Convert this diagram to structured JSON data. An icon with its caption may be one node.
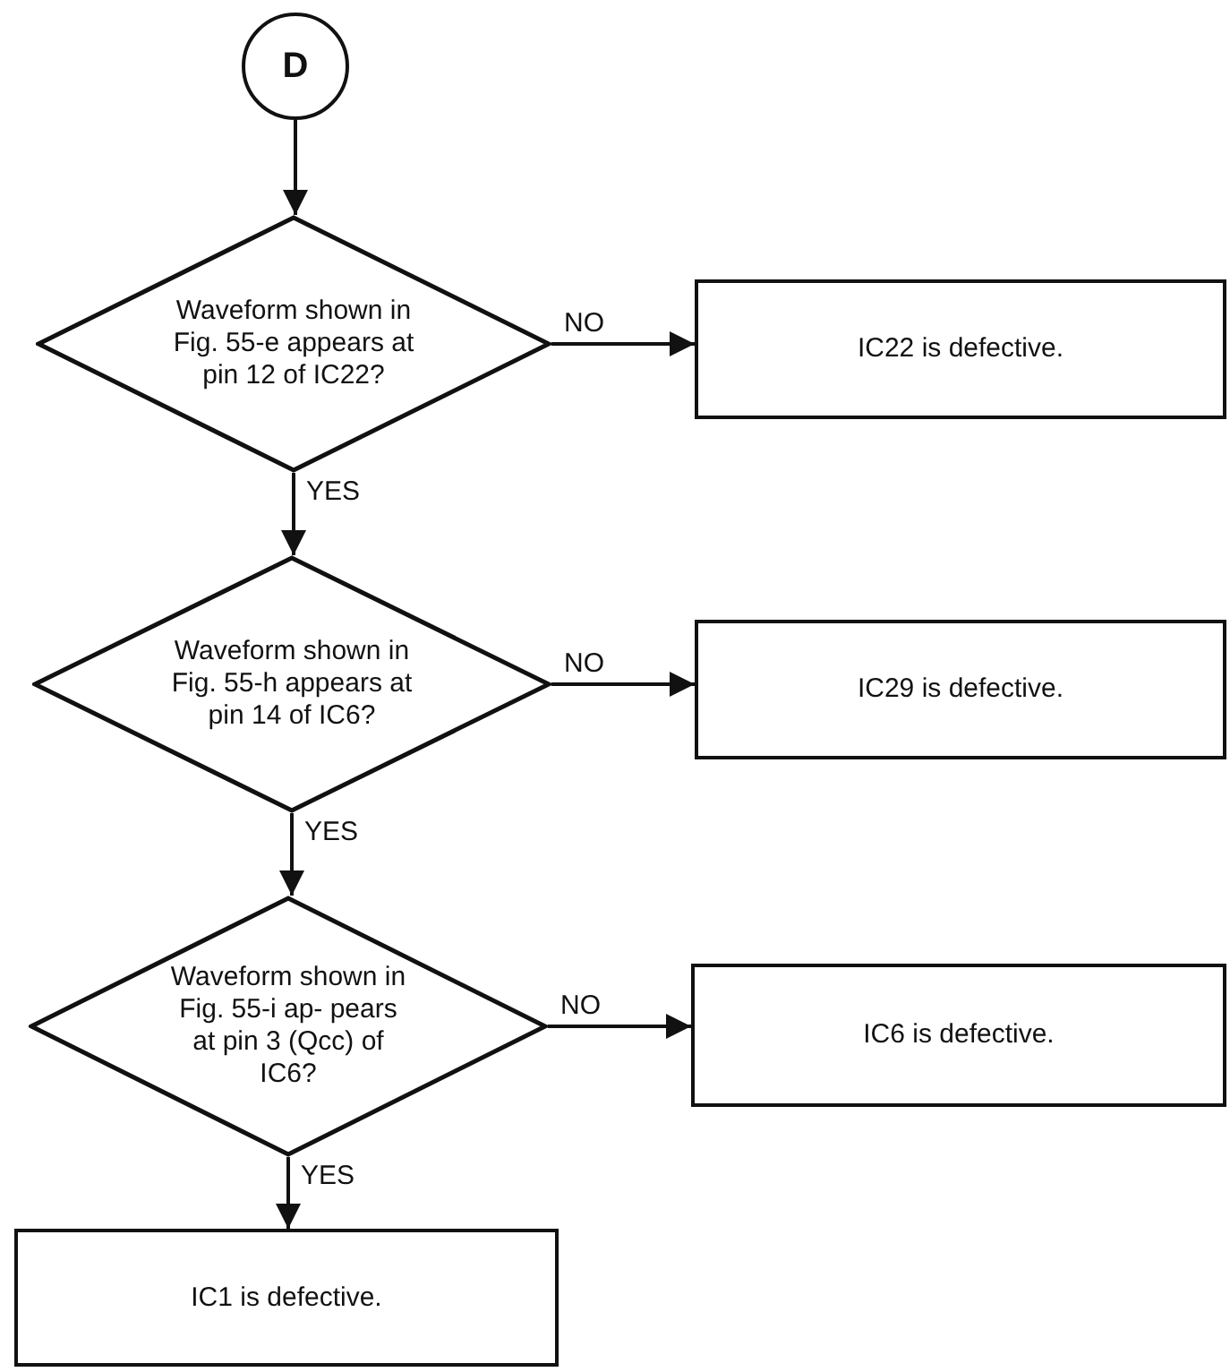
{
  "diagram": {
    "nodes": [
      {
        "text": [
          "D"
        ]
      },
      {
        "text": [
          "Waveform shown in Fig. 55-e appears at pin 12 of IC22?"
        ]
      },
      {
        "text": [
          "IC22 is defective."
        ]
      },
      {
        "text": [
          "Waveform shown in Fig. 55-h appears at pin 14 of IC6?"
        ]
      },
      {
        "text": [
          "IC29 is defective."
        ]
      },
      {
        "text": [
          "Waveform shown in Fig. 55-i ap- pears at pin 3 (Qcc) of IC6?"
        ]
      },
      {
        "text": [
          "IC6 is defective."
        ]
      },
      {
        "text": [
          "IC1 is defective."
        ]
      }
    ],
    "edges": [
      {
        "from": 0,
        "to": 1,
        "arrow": "to"
      },
      {
        "from": 1,
        "to": 2,
        "arrow": "to",
        "label": "NO"
      },
      {
        "from": 1,
        "to": 3,
        "arrow": "to",
        "label": "YES"
      },
      {
        "from": 3,
        "to": 4,
        "arrow": "to",
        "label": "NO"
      },
      {
        "from": 3,
        "to": 5,
        "arrow": "to",
        "label": "YES"
      },
      {
        "from": 5,
        "to": 6,
        "arrow": "to",
        "label": "NO"
      },
      {
        "from": 5,
        "to": 7,
        "arrow": "to",
        "label": "YES"
      }
    ]
  }
}
